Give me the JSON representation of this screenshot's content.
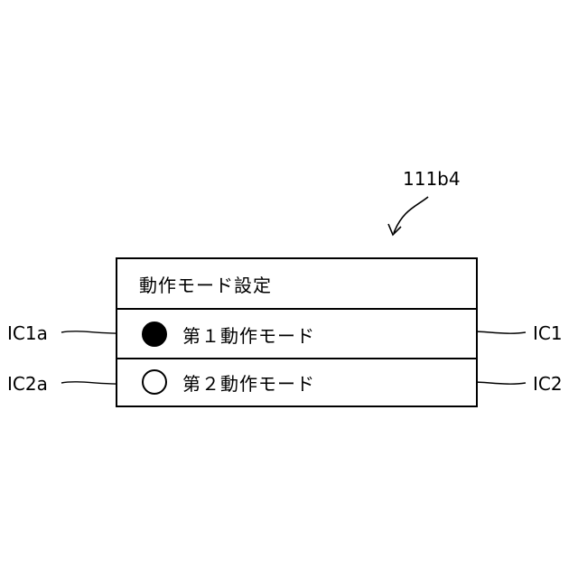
{
  "figure_ref": "111b4",
  "panel": {
    "title": "動作モード設定",
    "options": [
      {
        "label": "第１動作モード",
        "selected": true,
        "row_ref": "IC1",
        "radio_ref": "IC1a"
      },
      {
        "label": "第２動作モード",
        "selected": false,
        "row_ref": "IC2",
        "radio_ref": "IC2a"
      }
    ]
  }
}
